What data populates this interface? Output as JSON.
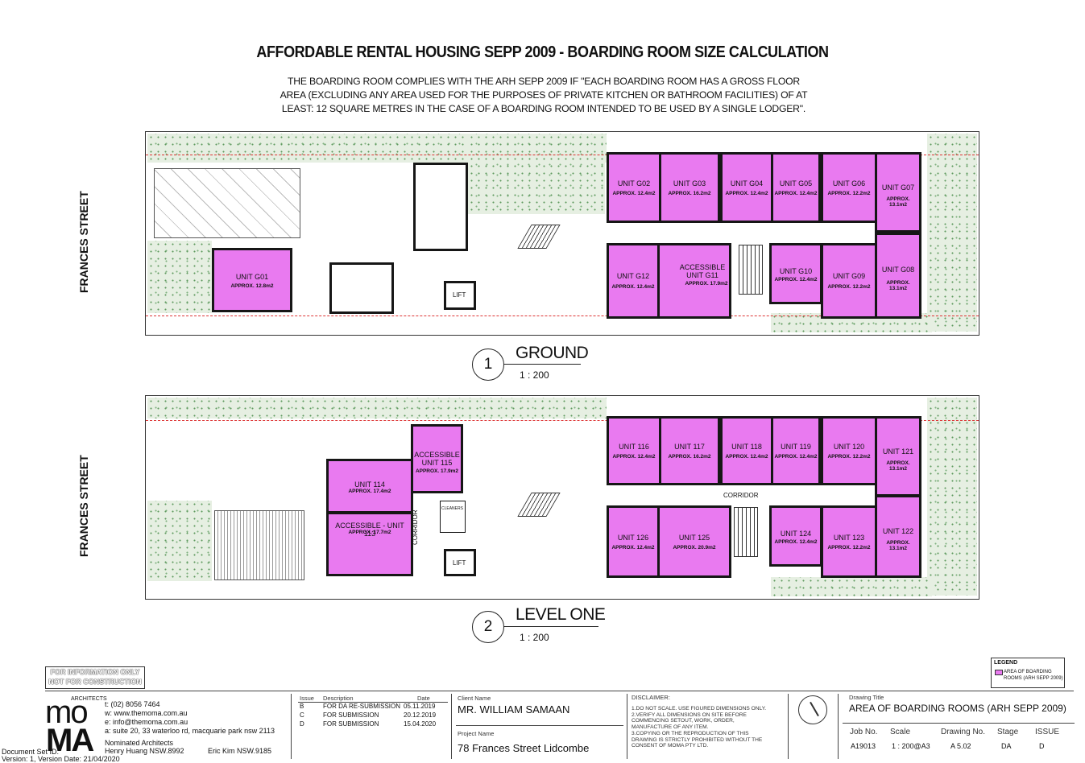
{
  "title": "AFFORDABLE RENTAL HOUSING SEPP 2009 - BOARDING ROOM SIZE CALCULATION",
  "subtitle": {
    "line1": "THE BOARDING ROOM COMPLIES WITH THE ARH SEPP 2009 IF \"EACH BOARDING ROOM HAS A GROSS FLOOR",
    "line2": "AREA (EXCLUDING ANY AREA USED FOR THE PURPOSES OF PRIVATE KITCHEN OR BATHROOM FACILITIES) OF AT",
    "line3": "LEAST: 12 SQUARE METRES IN THE CASE OF A BOARDING ROOM INTENDED TO BE USED BY A SINGLE LODGER\"."
  },
  "street_label": "FRANCES STREET",
  "ground": {
    "number": "1",
    "name": "GROUND",
    "scale": "1 : 200",
    "units": [
      {
        "name": "UNIT G01",
        "area": "APPROX. 12.8m2"
      },
      {
        "name": "UNIT G02",
        "area": "APPROX. 12.4m2"
      },
      {
        "name": "UNIT G03",
        "area": "APPROX. 16.2m2"
      },
      {
        "name": "UNIT G04",
        "area": "APPROX. 12.4m2"
      },
      {
        "name": "UNIT G05",
        "area": "APPROX. 12.4m2"
      },
      {
        "name": "UNIT G06",
        "area": "APPROX. 12.2m2"
      },
      {
        "name": "UNIT G07",
        "area": "APPROX. 13.1m2"
      },
      {
        "name": "UNIT G12",
        "area": "APPROX. 12.4m2"
      },
      {
        "name": "ACCESSIBLE UNIT G11",
        "area": "APPROX. 17.9m2"
      },
      {
        "name": "UNIT G10",
        "area": "APPROX. 12.4m2"
      },
      {
        "name": "UNIT G09",
        "area": "APPROX. 12.2m2"
      },
      {
        "name": "UNIT G08",
        "area": "APPROX. 13.1m2"
      }
    ],
    "lift": "LIFT"
  },
  "level_one": {
    "number": "2",
    "name": "LEVEL ONE",
    "scale": "1 : 200",
    "units": [
      {
        "name": "ACCESSIBLE UNIT 115",
        "area": "APPROX. 17.9m2"
      },
      {
        "name": "UNIT 114",
        "area": "APPROX. 17.4m2"
      },
      {
        "name": "ACCESSIBLE - UNIT 113",
        "area": "APPROX. 17.7m2"
      },
      {
        "name": "UNIT 116",
        "area": "APPROX. 12.4m2"
      },
      {
        "name": "UNIT 117",
        "area": "APPROX. 16.2m2"
      },
      {
        "name": "UNIT 118",
        "area": "APPROX. 12.4m2"
      },
      {
        "name": "UNIT 119",
        "area": "APPROX. 12.4m2"
      },
      {
        "name": "UNIT 120",
        "area": "APPROX. 12.2m2"
      },
      {
        "name": "UNIT 121",
        "area": "APPROX. 13.1m2"
      },
      {
        "name": "UNIT 126",
        "area": "APPROX. 12.4m2"
      },
      {
        "name": "UNIT 125",
        "area": "APPROX. 20.9m2"
      },
      {
        "name": "UNIT 124",
        "area": "APPROX. 12.4m2"
      },
      {
        "name": "UNIT 123",
        "area": "APPROX. 12.2m2"
      },
      {
        "name": "UNIT 122",
        "area": "APPROX. 13.1m2"
      }
    ],
    "corridor": "CORRIDOR",
    "corridor_vertical": "CORRIDOR",
    "cleaners": "CLEANERS",
    "lift": "LIFT"
  },
  "stamp": {
    "line1": "FOR INFORMATION ONLY",
    "line2": "NOT FOR CONSTRUCTION"
  },
  "legend": {
    "title": "LEGEND",
    "item": "AREA OF BOARDING ROOMS (ARH SEPP 2009)",
    "swatch_color": "#e97af0"
  },
  "firm": {
    "small_label": "ARCHITECTS",
    "logo_top": "mo",
    "logo_bottom": "MA",
    "phone": "t:  (02) 8056 7464",
    "web": "w:  www.themoma.com.au",
    "email": "e:  info@themoma.com.au",
    "address": "a:  suite 20, 33 waterloo rd, macquarie park nsw 2113",
    "nominated": "Nominated Architects",
    "architect1": "Henry Huang  NSW.8992",
    "architect2": "Eric Kim  NSW.9185",
    "doc_line": "Document Set ID: ",
    "version_line": "Version: 1, Version Date: 21/04/2020"
  },
  "issues": {
    "headers": {
      "issue": "Issue",
      "description": "Description",
      "date": "Date"
    },
    "rows": [
      {
        "issue": "B",
        "description": "FOR DA RE-SUBMISSION",
        "date": "05.11.2019"
      },
      {
        "issue": "C",
        "description": "FOR SUBMISSION",
        "date": "20.12.2019"
      },
      {
        "issue": "D",
        "description": "FOR SUBMISSION",
        "date": "15.04.2020"
      }
    ]
  },
  "client": {
    "label": "Client Name",
    "value": "MR. WILLIAM SAMAAN"
  },
  "project": {
    "label": "Project Name",
    "value": "78 Frances Street Lidcombe"
  },
  "disclaimer": {
    "title": "DISCLAIMER:",
    "lines": [
      "1.DO NOT SCALE. USE FIGURED DIMENSIONS ONLY.",
      "2.VERIFY ALL DIMENSIONS ON SITE BEFORE",
      "COMMENCING SETOUT, WORK, ORDER,",
      "MANUFACTURE OF ANY ITEM.",
      "3.COPYING OR THE REPRODUCTION OF THIS",
      "DRAWING IS STRICTLY PROHIBITED WITHOUT THE",
      "CONSENT OF MOMA PTY LTD."
    ]
  },
  "drawing": {
    "title_label": "Drawing Title",
    "title": "AREA OF BOARDING ROOMS (ARH SEPP 2009)",
    "job_label": "Job No.",
    "job": "A19013",
    "scale_label": "Scale",
    "scale": "1 : 200@A3",
    "drawing_label": "Drawing No.",
    "drawing": "A 5.02",
    "stage_label": "Stage",
    "stage": "DA",
    "issue_label": "ISSUE",
    "issue": "D"
  }
}
